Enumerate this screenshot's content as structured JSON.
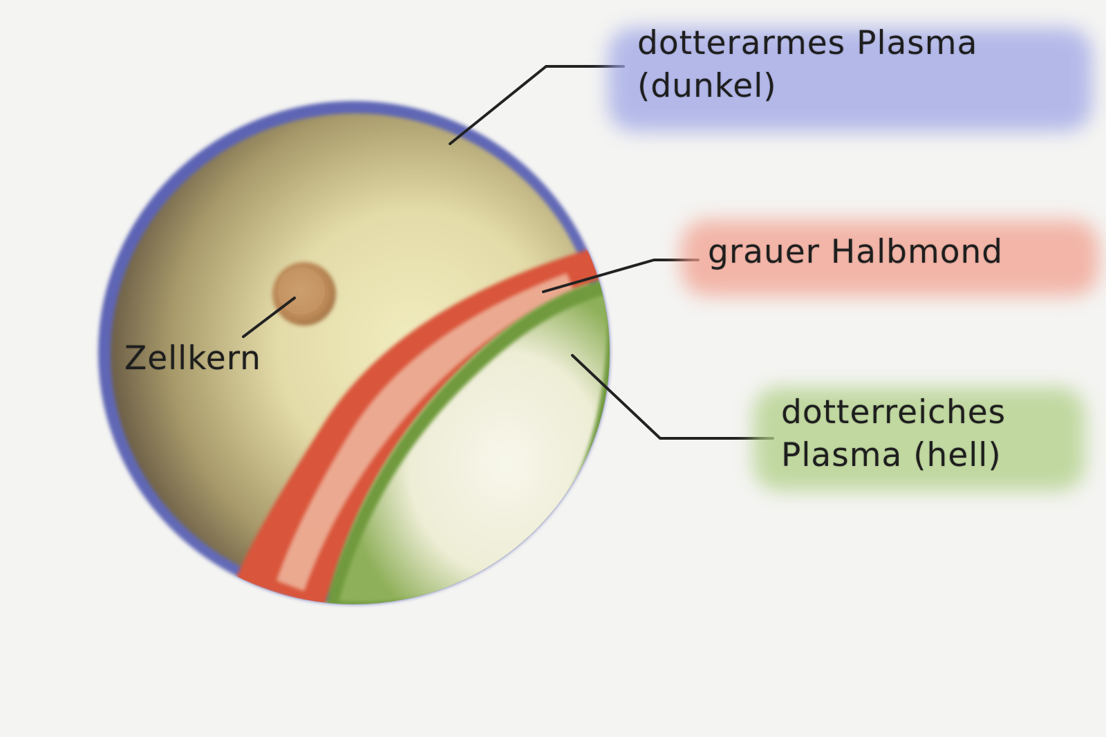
{
  "labels": {
    "dark_plasma": {
      "line1": "dotterarmes Plasma",
      "line2": "(dunkel)"
    },
    "grey_crescent": {
      "line1": "grauer Halbmond"
    },
    "light_plasma": {
      "line1": "dotterreiches",
      "line2": "Plasma (hell)"
    },
    "nucleus": {
      "line1": "Zellkern"
    }
  },
  "colors": {
    "background": "#f4f4f2",
    "dark_plasma_rim": "#5a62b4",
    "dark_plasma_fill": "#ebe6b2",
    "dark_plasma_shade": "#8a7a52",
    "grey_crescent": "#d85a3c",
    "light_plasma_rim": "#6f9a3c",
    "light_plasma_fill": "#f5f4e4",
    "nucleus": "#c49563",
    "label_glow_blue": "#9fa6e8",
    "label_glow_red": "#f2a494",
    "label_glow_green": "#b3d08a"
  }
}
